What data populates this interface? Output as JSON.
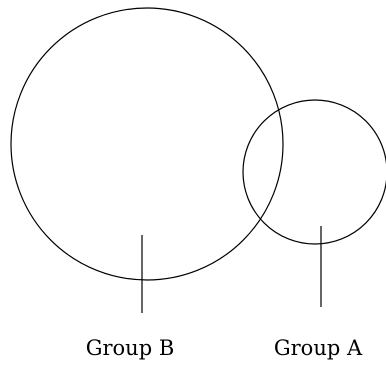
{
  "diagram": {
    "groups": [
      {
        "id": "group-b",
        "label": "Group B"
      },
      {
        "id": "group-a",
        "label": "Group A"
      }
    ],
    "colors": {
      "stroke": "#000000",
      "text": "#000000",
      "background": "#ffffff"
    }
  }
}
